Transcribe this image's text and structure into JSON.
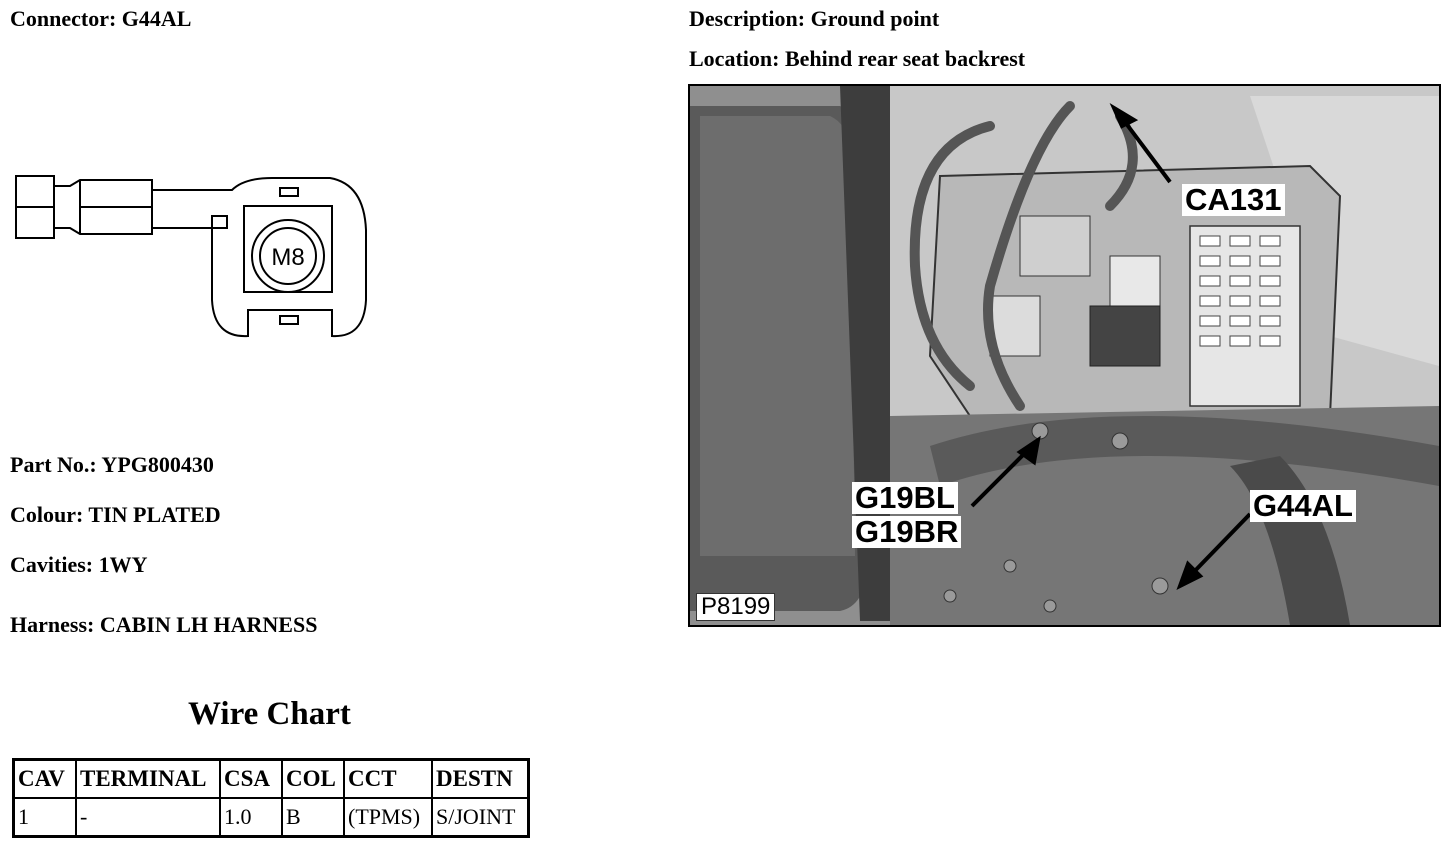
{
  "connector": {
    "label": "Connector: G44AL"
  },
  "connector_drawing": {
    "terminal_text": "M8"
  },
  "details": {
    "part_no": "Part No.: YPG800430",
    "colour": "Colour: TIN PLATED",
    "cavities": "Cavities: 1WY",
    "harness": "Harness: CABIN LH HARNESS"
  },
  "description": {
    "label": "Description: Ground point"
  },
  "location": {
    "label": "Location: Behind rear seat backrest"
  },
  "photo": {
    "callouts": {
      "ca131": "CA131",
      "g19bl": "G19BL",
      "g19br": "G19BR",
      "g44al": "G44AL"
    },
    "figure_id": "P8199"
  },
  "wire_chart": {
    "title": "Wire Chart",
    "headers": [
      "CAV",
      "TERMINAL",
      "CSA",
      "COL",
      "CCT",
      "DESTN"
    ],
    "rows": [
      [
        "1",
        "-",
        "1.0",
        "B",
        "(TPMS)",
        "S/JOINT"
      ]
    ]
  }
}
